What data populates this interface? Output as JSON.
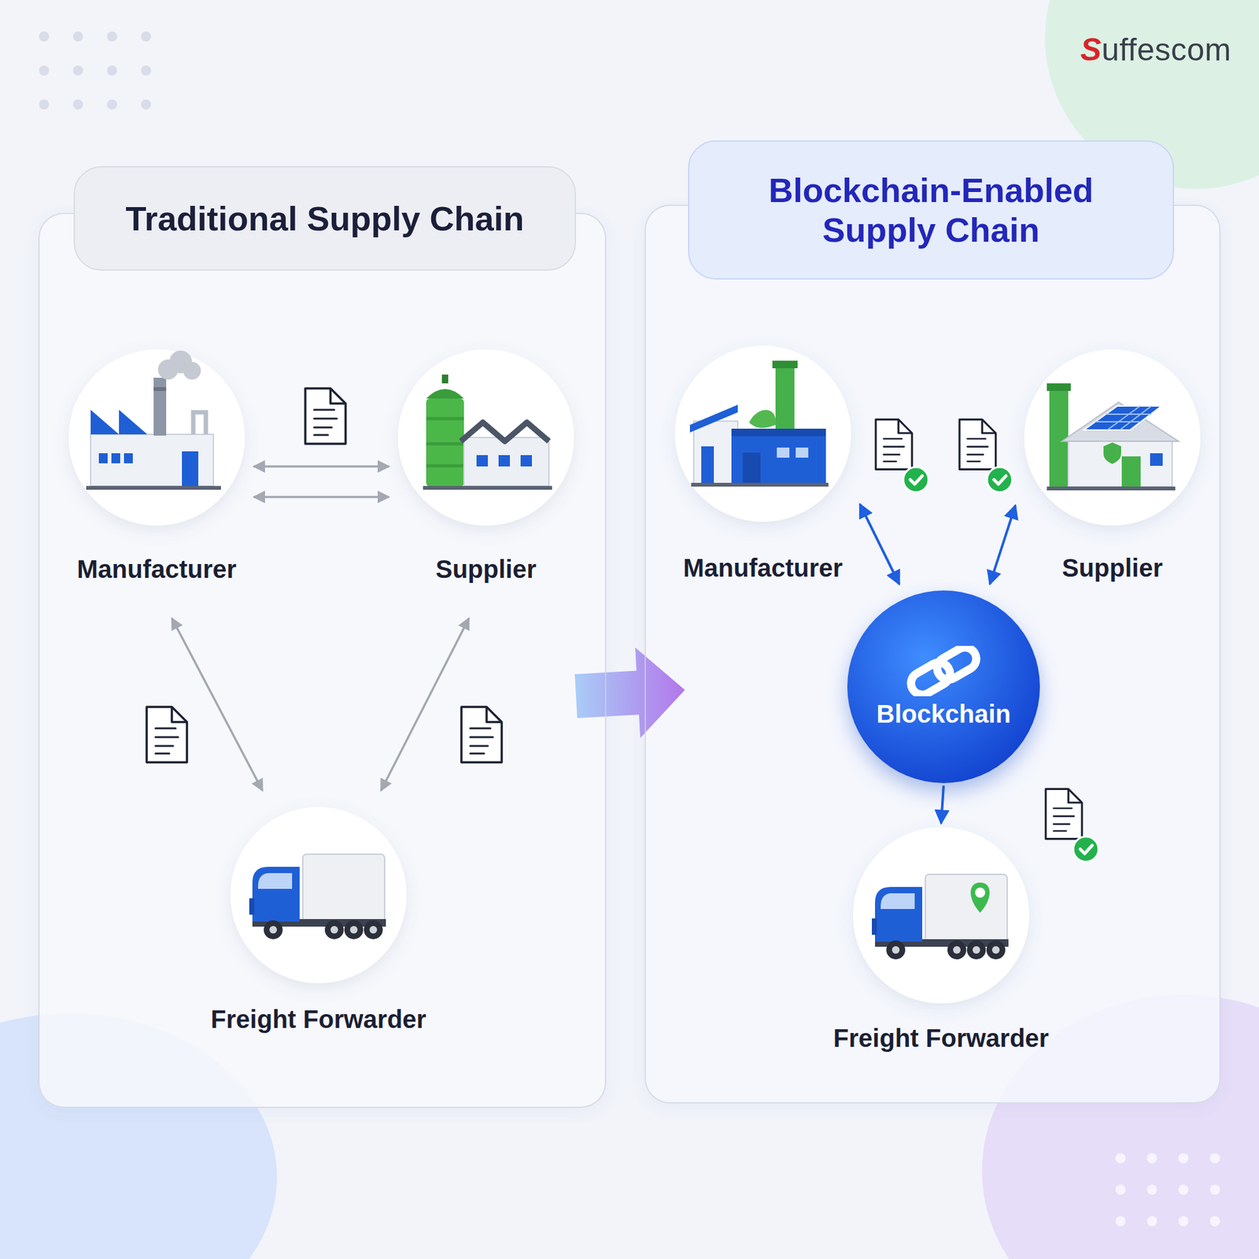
{
  "diagram": {
    "nodes": [
      {
        "text": [
          "Traditional Supply Chain"
        ]
      },
      {
        "text": [
          "Manufacturer"
        ],
        "in": 0
      },
      {
        "text": [
          "Supplier"
        ],
        "in": 0
      },
      {
        "text": [
          "Freight Forwarder"
        ],
        "in": 0
      },
      {
        "text": [
          "Blockchain-Enabled Supply Chain"
        ]
      },
      {
        "text": [
          "Manufacturer"
        ],
        "in": 4
      },
      {
        "text": [
          "Supplier"
        ],
        "in": 4
      },
      {
        "text": [
          "Blockchain"
        ],
        "in": 4
      },
      {
        "text": [
          "Freight Forwarder"
        ],
        "in": 4
      }
    ],
    "edges": [
      {
        "from": 1,
        "to": 2,
        "arrow": "both"
      },
      {
        "from": 1,
        "to": 2,
        "arrow": "both"
      },
      {
        "from": 1,
        "to": 3,
        "arrow": "both"
      },
      {
        "from": 2,
        "to": 3,
        "arrow": "both"
      },
      {
        "from": 5,
        "to": 7,
        "arrow": "both"
      },
      {
        "from": 6,
        "to": 7,
        "arrow": "both"
      },
      {
        "from": 7,
        "to": 8,
        "arrow": "to"
      },
      {
        "from": 0,
        "to": 4,
        "arrow": "to"
      }
    ],
    "labels": [
      "Suffescom"
    ]
  }
}
